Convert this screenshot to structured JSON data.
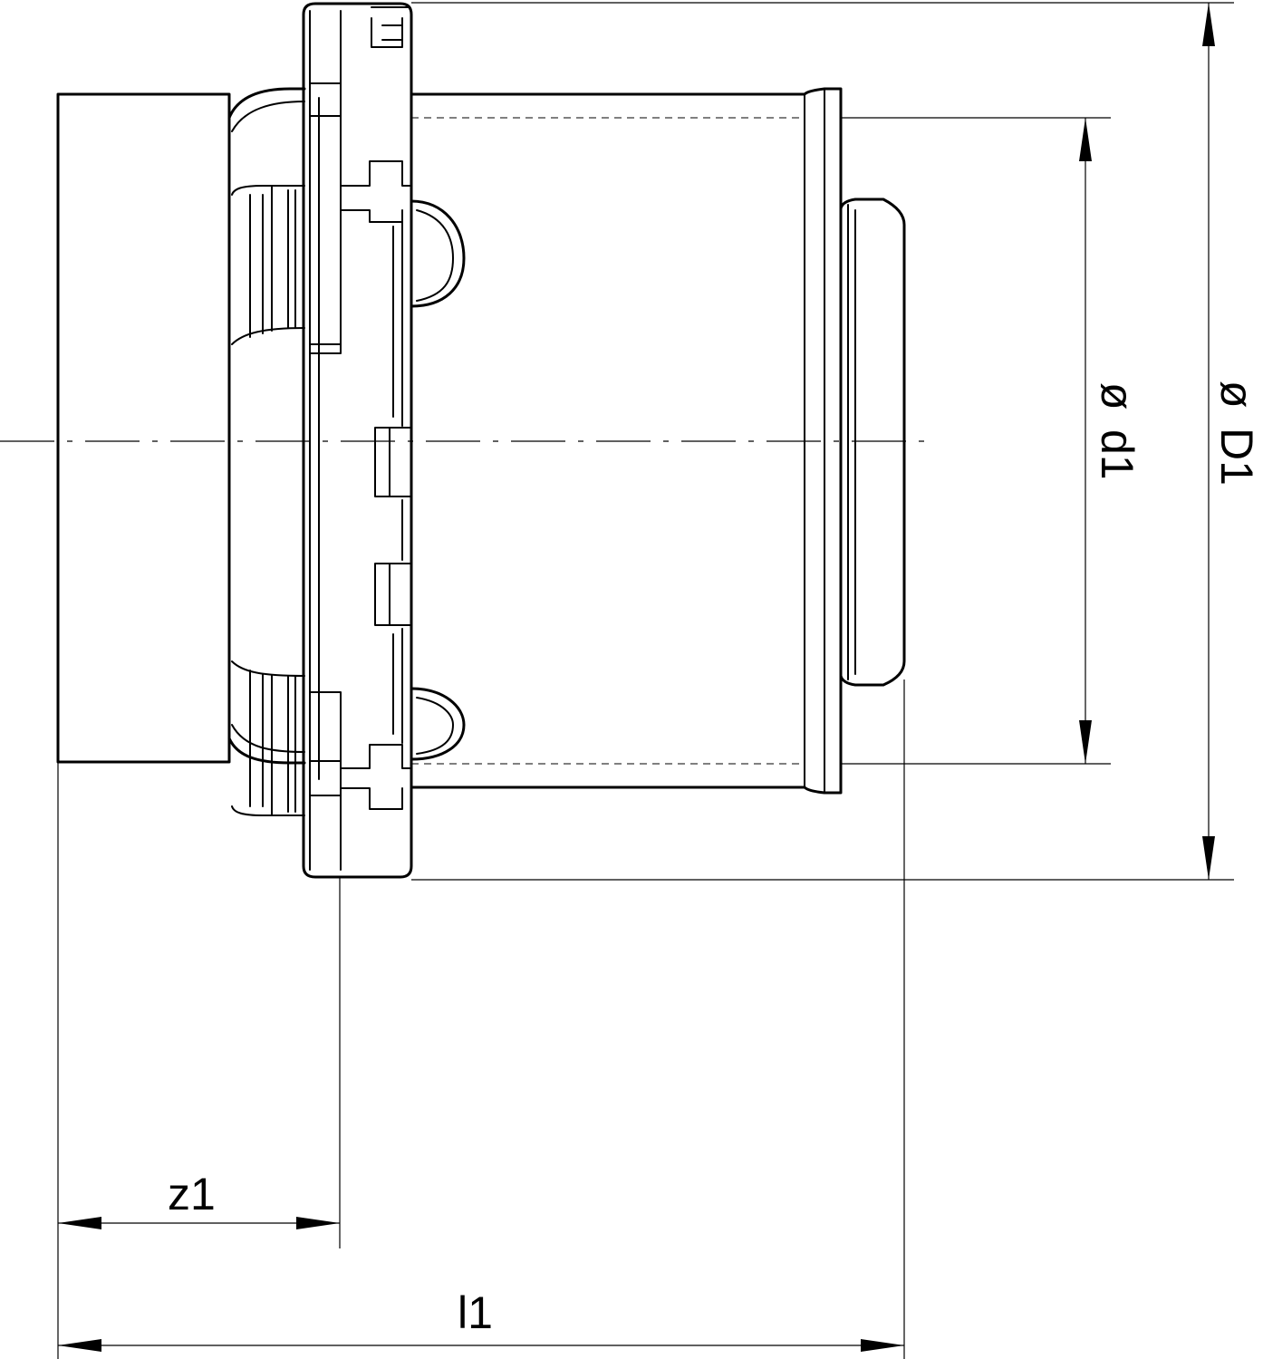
{
  "dimensions": {
    "z1": "z1",
    "l1": "l1",
    "d1": "d1",
    "D1": "D1",
    "diameter_symbol": "ø"
  }
}
